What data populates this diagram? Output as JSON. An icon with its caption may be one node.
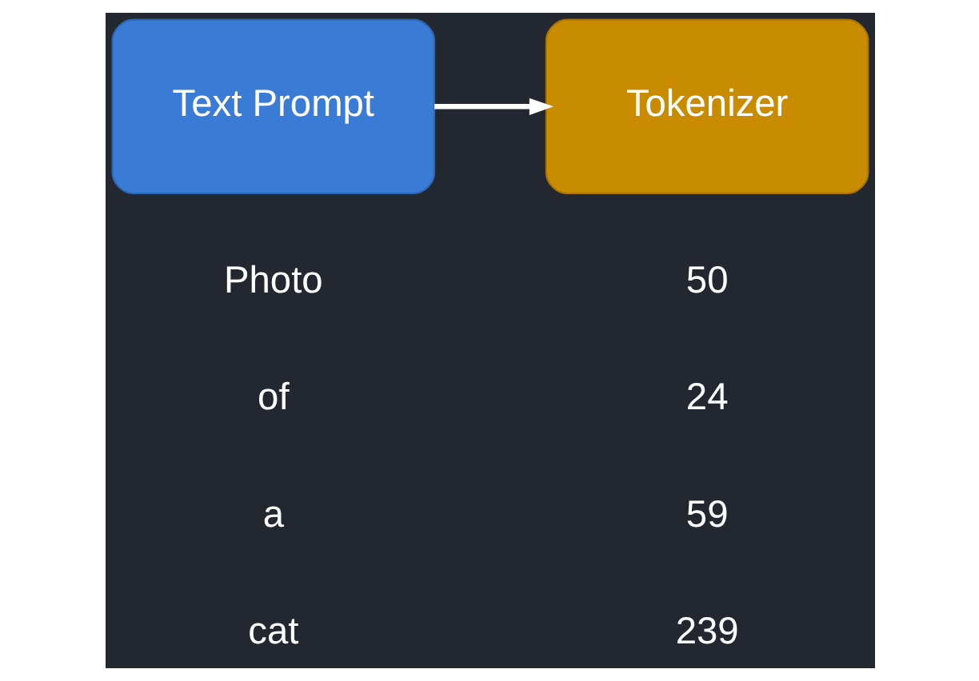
{
  "diagram": {
    "nodes": [
      {
        "text": [
          "Text Prompt"
        ]
      },
      {
        "text": [
          "Tokenizer"
        ]
      }
    ],
    "edges": [
      {
        "from": 0,
        "to": 1,
        "arrow": "to"
      }
    ],
    "labels": [
      "Photo",
      "50",
      "of",
      "24",
      "a",
      "59",
      "cat",
      "239"
    ]
  }
}
